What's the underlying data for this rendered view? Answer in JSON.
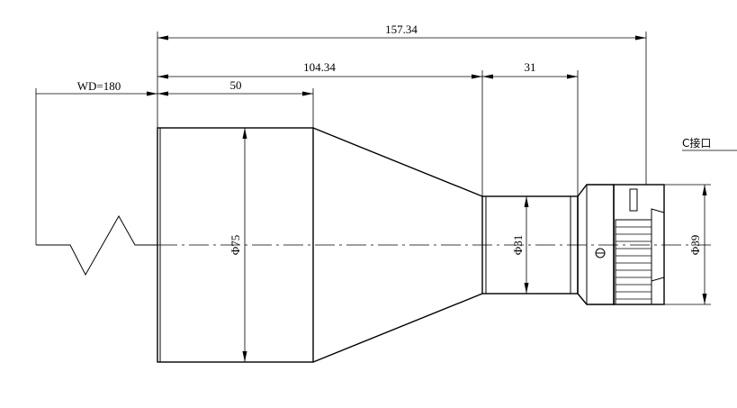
{
  "dimensions": {
    "total_length": "157.34",
    "body_length": "104.34",
    "mount_length": "31",
    "working_distance": "WD=180",
    "front_length": "50",
    "front_diameter": "Φ75",
    "rear_diameter": "Φ31",
    "mount_diameter": "Φ39"
  },
  "mount_note": "C接口"
}
